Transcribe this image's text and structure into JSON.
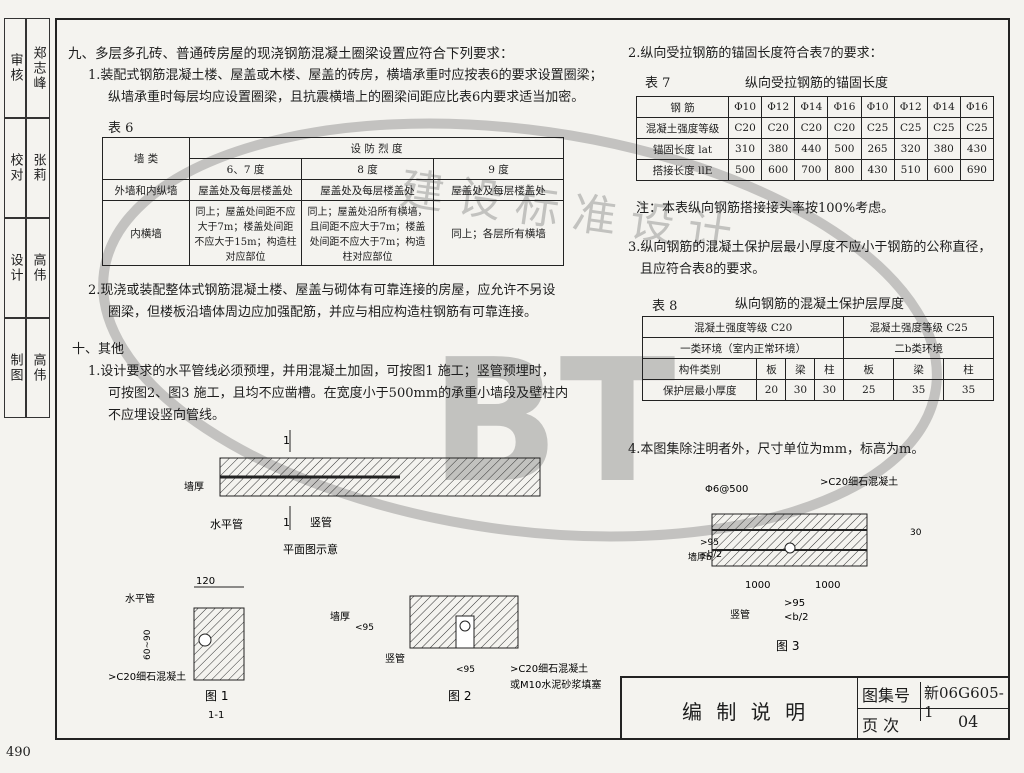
{
  "page_number": "490",
  "side_stamp": {
    "rows": [
      {
        "label": "审核",
        "name": "郑志峰"
      },
      {
        "label": "校对",
        "name": "张莉"
      },
      {
        "label": "设计",
        "name": "高伟"
      },
      {
        "label": "制图",
        "name": "高伟"
      }
    ]
  },
  "section9": {
    "heading": "九、多层多孔砖、普通砖房屋的现浇钢筋混凝土圈梁设置应符合下列要求：",
    "item1_line1": "1.装配式钢筋混凝土楼、屋盖或木楼、屋盖的砖房，横墙承重时应按表6的要求设置圈梁；",
    "item1_line2": "纵墙承重时每层均应设置圈梁，且抗震横墙上的圈梁间距应比表6内要求适当加密。",
    "table6_caption": "表 6",
    "table6": {
      "col_wall": "墙 类",
      "col_intensity": "设 防 烈 度",
      "col_67": "6、7 度",
      "col_8": "8 度",
      "col_9": "9 度",
      "row1_label": "外墙和内纵墙",
      "row1_67": "屋盖处及每层楼盖处",
      "row1_8": "屋盖处及每层楼盖处",
      "row1_9": "屋盖处及每层楼盖处",
      "row2_label": "内横墙",
      "row2_67": "同上；屋盖处间距不应大于7m；楼盖处间距不应大于15m；构造柱对应部位",
      "row2_8": "同上；屋盖处沿所有横墙，且间距不应大于7m；楼盖处间距不应大于7m；构造柱对应部位",
      "row2_9": "同上；各层所有横墙"
    },
    "item2_line1": "2.现浇或装配整体式钢筋混凝土楼、屋盖与砌体有可靠连接的房屋，应允许不另设",
    "item2_line2": "圈梁，但楼板沿墙体周边应加强配筋，并应与相应构造柱钢筋有可靠连接。"
  },
  "section10": {
    "heading": "十、其他",
    "item1_line1": "1.设计要求的水平管线必须预埋，并用混凝土加固，可按图1 施工；竖管预埋时，",
    "item1_line2": "可按图2、图3 施工，且均不应凿槽。在宽度小于500mm的承重小墙段及壁柱内",
    "item1_line3": "不应埋设竖向管线。"
  },
  "right": {
    "item2": "2.纵向受拉钢筋的锚固长度符合表7的要求：",
    "table7_caption": "表 7",
    "table7_title": "纵向受拉钢筋的锚固长度",
    "table7": {
      "header": [
        "钢 筋",
        "Φ10",
        "Φ12",
        "Φ14",
        "Φ16",
        "Φ10",
        "Φ12",
        "Φ14",
        "Φ16"
      ],
      "rows": [
        [
          "混凝土强度等级",
          "C20",
          "C20",
          "C20",
          "C20",
          "C25",
          "C25",
          "C25",
          "C25"
        ],
        [
          "锚固长度 lat",
          "310",
          "380",
          "440",
          "500",
          "265",
          "320",
          "380",
          "430"
        ],
        [
          "搭接长度 llE",
          "500",
          "600",
          "700",
          "800",
          "430",
          "510",
          "600",
          "690"
        ]
      ]
    },
    "note": "注：本表纵向钢筋搭接接头率按100%考虑。",
    "item3_line1": "3.纵向钢筋的混凝土保护层最小厚度不应小于钢筋的公称直径，",
    "item3_line2": "且应符合表8的要求。",
    "table8_caption": "表 8",
    "table8_title": "纵向钢筋的混凝土保护层厚度",
    "table8": {
      "left_grade": "混凝土强度等级 C20",
      "right_grade": "混凝土强度等级 C25",
      "left_env": "一类环境（室内正常环境）",
      "right_env": "二b类环境",
      "members_label": "构件类别",
      "members": [
        "板",
        "梁",
        "柱",
        "板",
        "梁",
        "柱"
      ],
      "cover_label": "保护层最小厚度",
      "covers": [
        "20",
        "30",
        "30",
        "25",
        "35",
        "35"
      ]
    },
    "item4": "4.本图集除注明者外，尺寸单位为mm，标高为m。"
  },
  "figures": {
    "plan_caption": "平面图示意",
    "horizontal_pipe": "水平管",
    "vertical_pipe": "竖管",
    "wall_thickness": "墙厚",
    "section_mark": "1",
    "fig1_caption": "图 1",
    "fig1_sub": "1-1",
    "fig1_dim_120": "120",
    "fig1_dim_60_90": "60~90",
    "fig1_concrete": ">C20细石混凝土",
    "fig2_caption": "图 2",
    "fig2_dim": "<95",
    "fig2_dim_b": "<95",
    "fig2_concrete": ">C20细石混凝土",
    "fig2_concrete2": "或M10水泥砂浆填塞",
    "fig3_caption": "图 3",
    "fig3_rebar": "Φ6@500",
    "fig3_concrete": ">C20细石混凝土",
    "fig3_dim_1000a": "1000",
    "fig3_dim_1000b": "1000",
    "fig3_dim_95": ">95",
    "fig3_dim_b2": "<b/2",
    "fig3_wall": "墙厚b",
    "fig3_dim_30": "30",
    "fig3_side_95": ">95",
    "fig3_side_b2": "<b/2"
  },
  "titleblock": {
    "title": "编 制 说 明",
    "atlas_label": "图集号",
    "atlas_value": "新06G605-1",
    "page_label": "页 次",
    "page_value": "04"
  },
  "watermark": {
    "text": "建 设 标 准 设 计",
    "logo": "BT"
  }
}
